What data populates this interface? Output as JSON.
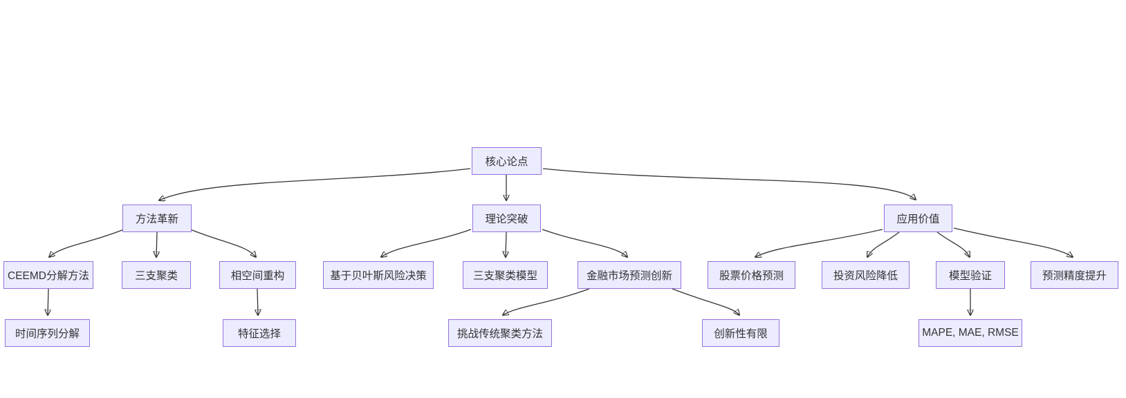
{
  "diagram": {
    "type": "flowchart",
    "orientation": "top-down",
    "background_color": "#ffffff",
    "node_fill_color": "#ECECFF",
    "node_border_color": "#9370DB",
    "edge_color": "#333333",
    "text_color": "#333333"
  },
  "nodes": {
    "core": {
      "label": "核心论点"
    },
    "method": {
      "label": "方法革新"
    },
    "theory": {
      "label": "理论突破"
    },
    "application": {
      "label": "应用价值"
    },
    "ceemd": {
      "label": "CEEMD分解方法"
    },
    "three_way": {
      "label": "三支聚类"
    },
    "phase_space": {
      "label": "相空间重构"
    },
    "bayes": {
      "label": "基于贝叶斯风险决策"
    },
    "twc_model": {
      "label": "三支聚类模型"
    },
    "finance": {
      "label": "金融市场预测创新"
    },
    "stock": {
      "label": "股票价格预测"
    },
    "risk": {
      "label": "投资风险降低"
    },
    "validation": {
      "label": "模型验证"
    },
    "precision": {
      "label": "预测精度提升"
    },
    "ts_decomp": {
      "label": "时间序列分解"
    },
    "feature": {
      "label": "特征选择"
    },
    "challenge": {
      "label": "挑战传统聚类方法"
    },
    "limited": {
      "label": "创新性有限"
    },
    "metrics": {
      "label": "MAPE, MAE, RMSE"
    }
  },
  "edges": [
    {
      "from": "核心论点",
      "to": "方法革新"
    },
    {
      "from": "核心论点",
      "to": "理论突破"
    },
    {
      "from": "核心论点",
      "to": "应用价值"
    },
    {
      "from": "方法革新",
      "to": "CEEMD分解方法"
    },
    {
      "from": "方法革新",
      "to": "三支聚类"
    },
    {
      "from": "方法革新",
      "to": "相空间重构"
    },
    {
      "from": "理论突破",
      "to": "基于贝叶斯风险决策"
    },
    {
      "from": "理论突破",
      "to": "三支聚类模型"
    },
    {
      "from": "理论突破",
      "to": "金融市场预测创新"
    },
    {
      "from": "应用价值",
      "to": "股票价格预测"
    },
    {
      "from": "应用价值",
      "to": "投资风险降低"
    },
    {
      "from": "应用价值",
      "to": "模型验证"
    },
    {
      "from": "应用价值",
      "to": "预测精度提升"
    },
    {
      "from": "CEEMD分解方法",
      "to": "时间序列分解"
    },
    {
      "from": "相空间重构",
      "to": "特征选择"
    },
    {
      "from": "金融市场预测创新",
      "to": "挑战传统聚类方法"
    },
    {
      "from": "金融市场预测创新",
      "to": "创新性有限"
    },
    {
      "from": "模型验证",
      "to": "MAPE, MAE, RMSE"
    }
  ]
}
